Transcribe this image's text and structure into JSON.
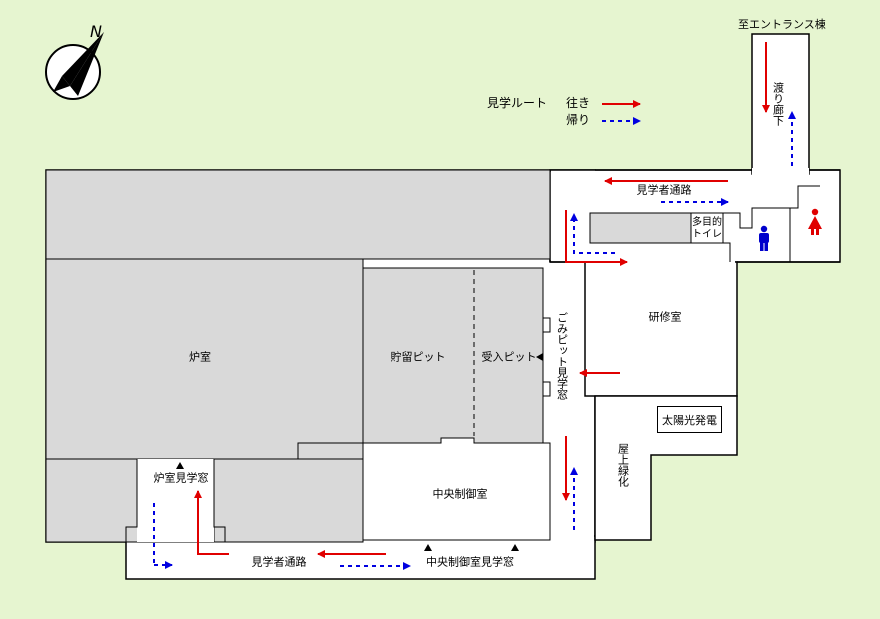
{
  "colors": {
    "background": "#e6f5d0",
    "room_gray": "#d9d9d9",
    "outgoing_arrow": "#e00000",
    "return_arrow": "#0000e0",
    "male_icon": "#0000cc",
    "female_icon": "#e00000"
  },
  "compass": {
    "north_label": "N"
  },
  "legend": {
    "route_title": "見学ルート",
    "outgoing_label": "往き",
    "return_label": "帰り"
  },
  "labels": {
    "to_entrance": "至エントランス棟",
    "bridge": "渡り廊下",
    "tour_passage_top": "見学者通路",
    "multipurpose_toilet_line1": "多目的",
    "multipurpose_toilet_line2": "トイレ",
    "training_room": "研修室",
    "furnace_room": "炉室",
    "storage_pit": "貯留ピット",
    "receiving_pit": "受入ピット",
    "garbage_pit_window": "ごみピット見学窓",
    "solar_power": "太陽光発電",
    "rooftop_greening": "屋上緑化",
    "central_control_room": "中央制御室",
    "furnace_window": "炉室見学窓",
    "tour_passage_bottom": "見学者通路",
    "central_control_window": "中央制御室見学窓"
  },
  "icons": {
    "compass": "compass-icon",
    "male_toilet": "male-toilet-icon",
    "female_toilet": "female-toilet-icon",
    "window_marker": "triangle-marker-icon"
  }
}
